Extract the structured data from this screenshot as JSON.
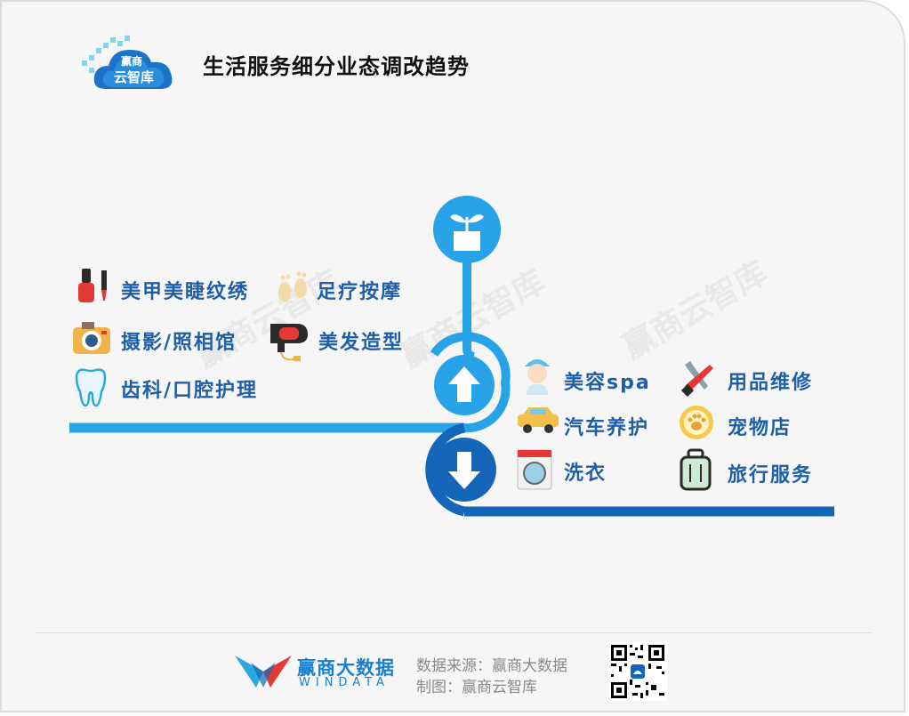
{
  "header": {
    "logo_text": "赢商\n云智库",
    "logo_line1": "赢商",
    "logo_line2": "云智库",
    "title": "生活服务细分业态调改趋势"
  },
  "watermark": "赢商云智库",
  "stages": {
    "top_icon": "plant-icon",
    "up_icon": "arrow-up-icon",
    "down_icon": "arrow-down-icon"
  },
  "up_items": [
    {
      "label": "美甲美睫纹绣",
      "icon": "nail-polish-icon"
    },
    {
      "label": "足疗按摩",
      "icon": "footprint-icon"
    },
    {
      "label": "摄影/照相馆",
      "icon": "camera-icon"
    },
    {
      "label": "美发造型",
      "icon": "hair-dryer-icon"
    },
    {
      "label": "齿科/口腔护理",
      "icon": "tooth-icon"
    }
  ],
  "down_items": [
    {
      "label": "美容spa",
      "icon": "spa-face-icon"
    },
    {
      "label": "用品维修",
      "icon": "tools-icon"
    },
    {
      "label": "汽车养护",
      "icon": "car-icon"
    },
    {
      "label": "宠物店",
      "icon": "paw-icon"
    },
    {
      "label": "洗衣",
      "icon": "washing-machine-icon"
    },
    {
      "label": "旅行服务",
      "icon": "luggage-icon"
    }
  ],
  "footer": {
    "brand_cn": "赢商大数据",
    "brand_en": "WINDATA",
    "source": "数据来源：赢商大数据",
    "maker": "制图：赢商云智库",
    "qr_icon": "qr-code-icon"
  },
  "colors": {
    "blue_light": "#29a3e8",
    "blue_dark": "#1565b8",
    "label_blue": "#1e5fa8"
  }
}
